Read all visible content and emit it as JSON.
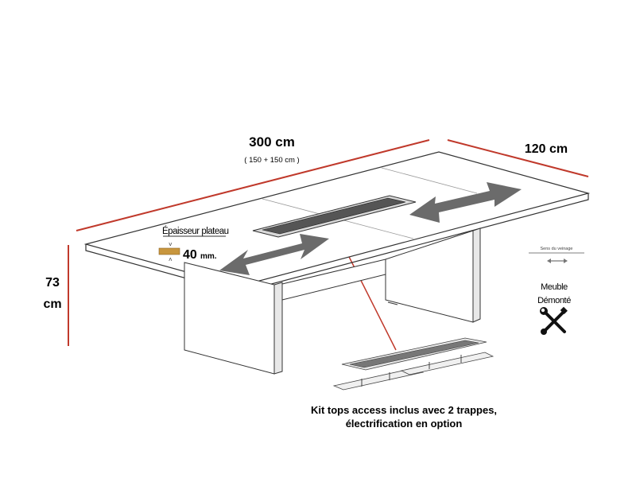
{
  "dimensions": {
    "length": "300 cm",
    "length_detail": "( 150 + 150 cm )",
    "depth": "120 cm",
    "height_value": "73",
    "height_unit": "cm"
  },
  "thickness": {
    "label": "Épaisseur plateau",
    "value": "40",
    "unit": "mm."
  },
  "veneer": {
    "label": "Sens du veinage"
  },
  "assembly": {
    "line1": "Meuble",
    "line2": "Démonté",
    "icon": "tools-icon"
  },
  "caption": {
    "line1": "Kit tops access inclus avec 2 trappes,",
    "line2": "électrification en option"
  },
  "colors": {
    "dimension_line": "#c0392b",
    "arrow": "#6b6b6b",
    "outline": "#333333",
    "wood": "#c8963e"
  }
}
